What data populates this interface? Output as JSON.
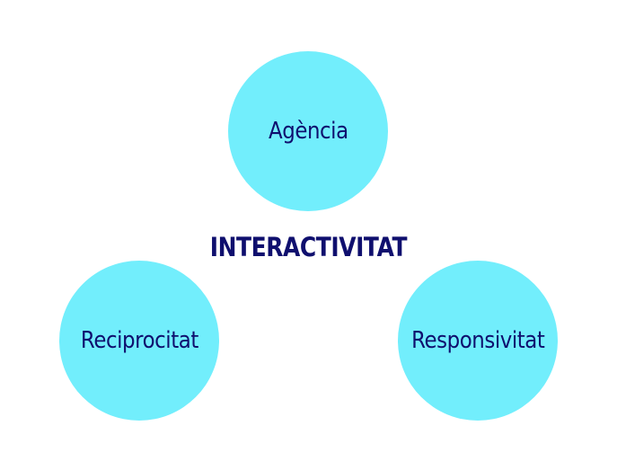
{
  "diagram": {
    "center_label": "INTERACTIVITAT",
    "nodes": [
      {
        "id": "top",
        "label": "Agència"
      },
      {
        "id": "left",
        "label": "Reciprocitat"
      },
      {
        "id": "right",
        "label": "Responsivitat"
      }
    ]
  },
  "colors": {
    "circle_fill": "#72eefc",
    "text": "#0f0f6e",
    "background": "#ffffff"
  }
}
